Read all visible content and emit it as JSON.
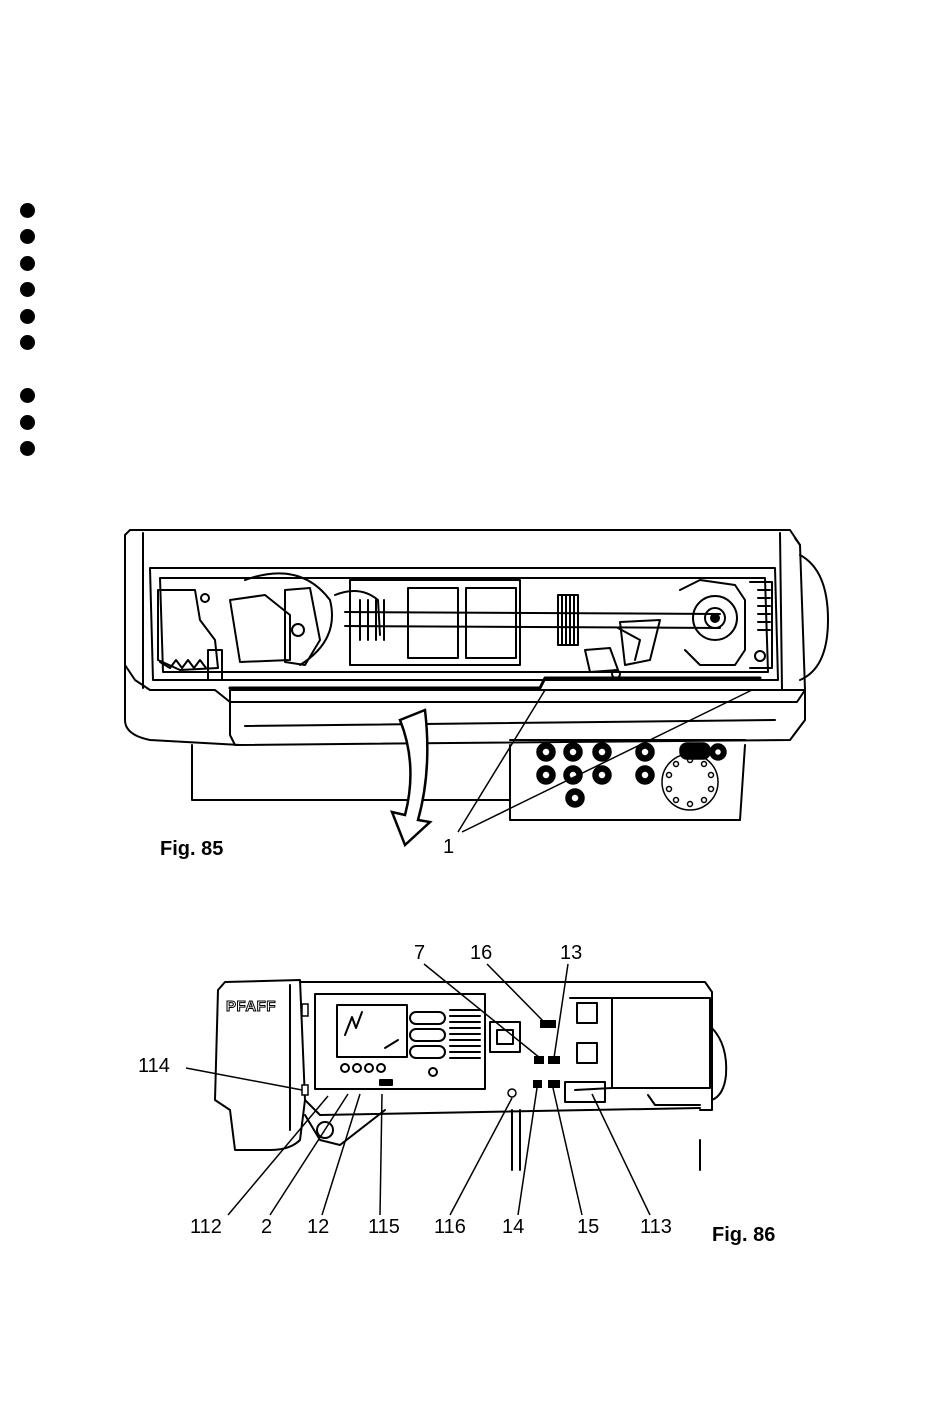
{
  "bullets_count": 9,
  "figure85": {
    "caption": "Fig. 85",
    "callout": "1"
  },
  "figure86": {
    "caption": "Fig. 86",
    "brand": "PFAFF",
    "callouts": {
      "c7": "7",
      "c16": "16",
      "c13": "13",
      "c114": "114",
      "c112": "112",
      "c2": "2",
      "c12": "12",
      "c115": "115",
      "c116": "116",
      "c14": "14",
      "c15": "15",
      "c113": "113"
    }
  }
}
